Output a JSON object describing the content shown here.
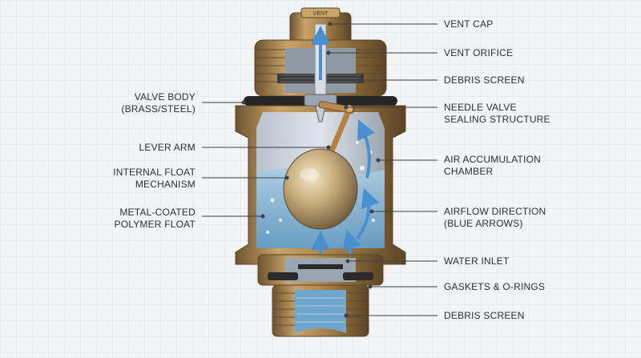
{
  "diagram": {
    "cap_engraving": "VENT",
    "labels_left": [
      {
        "id": "valve-body",
        "text": "VALVE BODY\n(BRASS/STEEL)"
      },
      {
        "id": "lever-arm",
        "text": "LEVER ARM"
      },
      {
        "id": "internal-float",
        "text": "INTERNAL FLOAT\nMECHANISM"
      },
      {
        "id": "polymer-float",
        "text": "METAL-COATED\nPOLYMER FLOAT"
      }
    ],
    "labels_right": [
      {
        "id": "vent-cap",
        "text": "VENT CAP"
      },
      {
        "id": "vent-orifice",
        "text": "VENT ORIFICE"
      },
      {
        "id": "debris-screen-top",
        "text": "DEBRIS SCREEN"
      },
      {
        "id": "needle-valve",
        "text": "NEEDLE VALVE\nSEALING STRUCTURE"
      },
      {
        "id": "air-chamber",
        "text": "AIR ACCUMULATION\nCHAMBER"
      },
      {
        "id": "airflow",
        "text": "AIRFLOW DIRECTION\n(BLUE ARROWS)"
      },
      {
        "id": "water-inlet",
        "text": "WATER INLET"
      },
      {
        "id": "gaskets",
        "text": "GASKETS & O-RINGS"
      },
      {
        "id": "debris-screen-bottom",
        "text": "DEBRIS SCREEN"
      }
    ],
    "colors": {
      "brass": "#b08850",
      "brass_dark": "#6e5430",
      "water": "#7fb0cf",
      "arrow": "#4a8fcf",
      "leader": "#3a3f46"
    }
  }
}
